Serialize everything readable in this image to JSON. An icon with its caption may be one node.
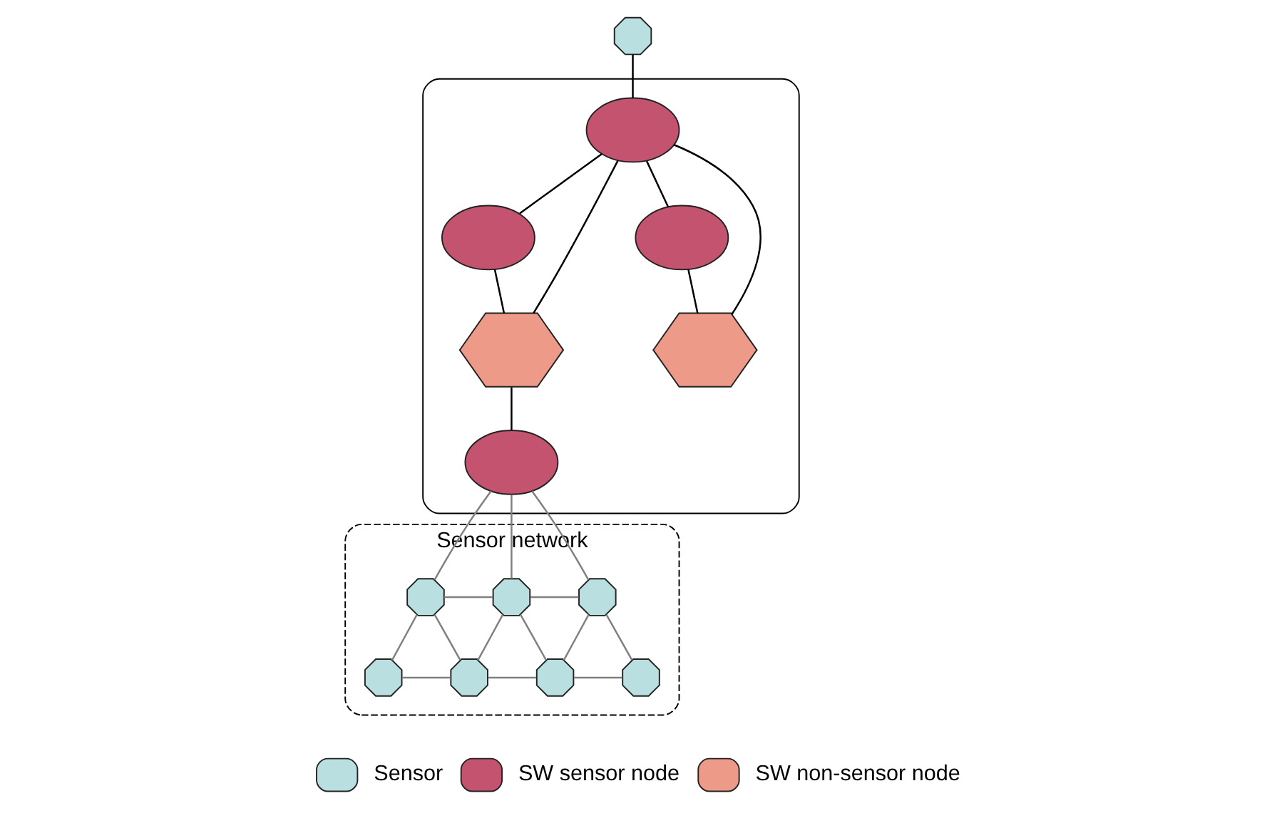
{
  "diagram": {
    "nodes": [
      {
        "text": [],
        "shape": "octagon"
      },
      {
        "text": [],
        "shape": "box"
      },
      {
        "text": [],
        "shape": "ellipse",
        "in": 1
      },
      {
        "text": [],
        "shape": "ellipse",
        "in": 1
      },
      {
        "text": [],
        "shape": "ellipse",
        "in": 1
      },
      {
        "text": [],
        "shape": "hexagon",
        "in": 1
      },
      {
        "text": [],
        "shape": "hexagon",
        "in": 1
      },
      {
        "text": [],
        "shape": "ellipse",
        "in": 1
      },
      {
        "text": [
          "Sensor network"
        ]
      },
      {
        "text": [],
        "shape": "octagon",
        "in": 8
      },
      {
        "text": [],
        "shape": "octagon",
        "in": 8
      },
      {
        "text": [],
        "shape": "octagon",
        "in": 8
      },
      {
        "text": [],
        "shape": "octagon",
        "in": 8
      },
      {
        "text": [],
        "shape": "octagon",
        "in": 8
      },
      {
        "text": [],
        "shape": "octagon",
        "in": 8
      },
      {
        "text": [],
        "shape": "octagon",
        "in": 8
      }
    ],
    "edges": [
      {
        "from": 0,
        "to": 2,
        "arrow": "none",
        "color": "#000000"
      },
      {
        "from": 2,
        "to": 3,
        "arrow": "none",
        "color": "#000000"
      },
      {
        "from": 2,
        "to": 5,
        "arrow": "none",
        "color": "#000000"
      },
      {
        "from": 2,
        "to": 6,
        "arrow": "none",
        "color": "#000000"
      },
      {
        "from": 2,
        "to": 4,
        "arrow": "none",
        "color": "#000000"
      },
      {
        "from": 3,
        "to": 5,
        "arrow": "none",
        "color": "#000000"
      },
      {
        "from": 4,
        "to": 6,
        "arrow": "none",
        "color": "#000000"
      },
      {
        "from": 5,
        "to": 7,
        "arrow": "none",
        "color": "#000000"
      },
      {
        "from": 7,
        "to": 9,
        "arrow": "none"
      },
      {
        "from": 7,
        "to": 10,
        "arrow": "none"
      },
      {
        "from": 7,
        "to": 11,
        "arrow": "none"
      },
      {
        "from": 9,
        "to": 10,
        "arrow": "none"
      },
      {
        "from": 10,
        "to": 11,
        "arrow": "none"
      },
      {
        "from": 9,
        "to": 12,
        "arrow": "none"
      },
      {
        "from": 9,
        "to": 13,
        "arrow": "none"
      },
      {
        "from": 10,
        "to": 13,
        "arrow": "none"
      },
      {
        "from": 10,
        "to": 14,
        "arrow": "none"
      },
      {
        "from": 11,
        "to": 14,
        "arrow": "none"
      },
      {
        "from": 11,
        "to": 15,
        "arrow": "none"
      },
      {
        "from": 12,
        "to": 13,
        "arrow": "none"
      },
      {
        "from": 13,
        "to": 14,
        "arrow": "none"
      },
      {
        "from": 14,
        "to": 15,
        "arrow": "none"
      }
    ],
    "legend": [
      {
        "text": "Sensor",
        "color": "#b9dfe0"
      },
      {
        "text": "SW sensor node",
        "color": "#c4536f"
      },
      {
        "text": "SW non-sensor node",
        "color": "#ee9a88"
      }
    ]
  }
}
